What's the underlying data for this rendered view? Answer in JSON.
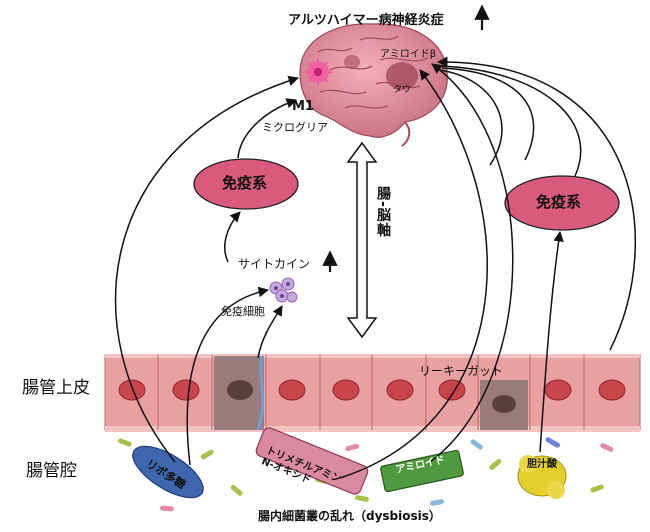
{
  "title": "アルツハイマー病神経炎症",
  "brain": {
    "m1": "M1",
    "microglia": "ミクログリア",
    "amyloid_beta": "アミロイドβ",
    "tau": "タウ"
  },
  "immune_system_left": "免疫系",
  "immune_system_right": "免疫系",
  "cytokine": "サイトカイン",
  "immune_cells": "免疫細胞",
  "gut_brain_axis": "腸-脳軸",
  "leaky_gut": "リーキーガット",
  "epithelium_label": "腸管上皮",
  "lumen_label": "腸管腔",
  "metabolites": {
    "lps": "リポ多糖",
    "tmao_line1": "トリメチルアミン",
    "tmao_line2": "N-オキシド",
    "amyloid": "アミロイド",
    "bile_acid": "胆汁酸"
  },
  "dysbiosis": "腸内細菌叢の乱れ（dysbiosis）",
  "colors": {
    "ellipse_fill": "#d95a7c",
    "epithelium": "#e9a0a0",
    "nucleus": "#c8464a",
    "damaged_cell": "#9a7c7c",
    "lps_fill": "#3f67b0",
    "amyloid_fill": "#4f9a3e",
    "bile_fill": "#e2cf2a",
    "tmao_fill": "#d98aa0"
  }
}
